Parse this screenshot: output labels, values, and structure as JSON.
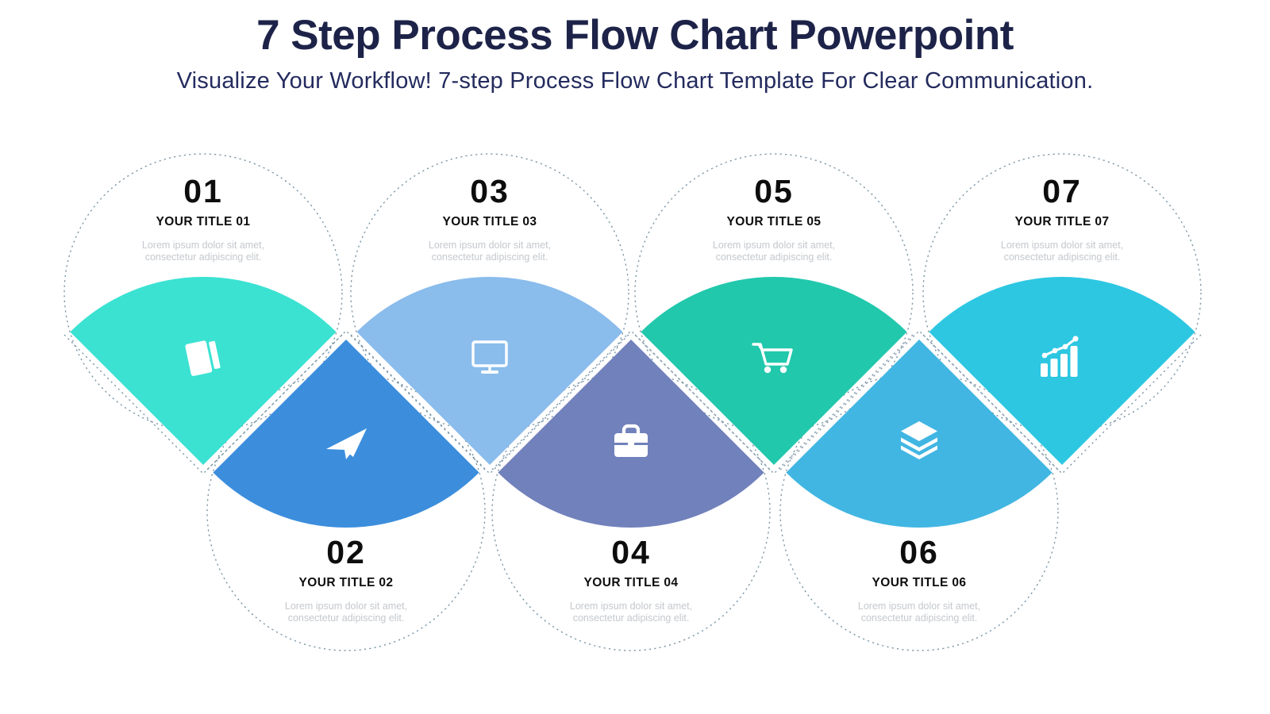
{
  "header": {
    "title": "7 Step Process Flow Chart Powerpoint",
    "subtitle": "Visualize Your Workflow! 7-step Process Flow Chart Template For Clear Communication."
  },
  "steps": [
    {
      "number": "01",
      "title": "YOUR TITLE 01",
      "description": "Lorem ipsum dolor sit amet, consectetur adipiscing elit.",
      "color": "#3be2d2",
      "icon": "book-icon"
    },
    {
      "number": "02",
      "title": "YOUR TITLE 02",
      "description": "Lorem ipsum dolor sit amet, consectetur adipiscing elit.",
      "color": "#3c8edd",
      "icon": "paper-plane-icon"
    },
    {
      "number": "03",
      "title": "YOUR TITLE 03",
      "description": "Lorem ipsum dolor sit amet, consectetur adipiscing elit.",
      "color": "#8abcec",
      "icon": "monitor-icon"
    },
    {
      "number": "04",
      "title": "YOUR TITLE 04",
      "description": "Lorem ipsum dolor sit amet, consectetur adipiscing elit.",
      "color": "#7181bb",
      "icon": "briefcase-icon"
    },
    {
      "number": "05",
      "title": "YOUR TITLE 05",
      "description": "Lorem ipsum dolor sit amet, consectetur adipiscing elit.",
      "color": "#21c8ac",
      "icon": "cart-icon"
    },
    {
      "number": "06",
      "title": "YOUR TITLE 06",
      "description": "Lorem ipsum dolor sit amet, consectetur adipiscing elit.",
      "color": "#42b6e2",
      "icon": "layers-icon"
    },
    {
      "number": "07",
      "title": "YOUR TITLE 07",
      "description": "Lorem ipsum dolor sit amet, consectetur adipiscing elit.",
      "color": "#2dc7e2",
      "icon": "bar-chart-icon"
    }
  ],
  "colors": {
    "title_navy": "#1d2348",
    "subtitle_navy": "#232b5e",
    "step_number_black": "#0d0d0d",
    "description_gray": "#c4c8cd",
    "dashed_outline": "#7e99a8",
    "icon_white": "#ffffff"
  }
}
